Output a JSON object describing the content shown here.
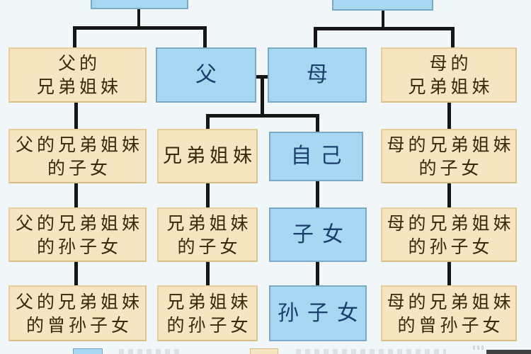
{
  "diagram_type": "family-kinship-tree",
  "palette": {
    "background": "#f1f6f9",
    "blue_node_fill": "#a8d8f1",
    "blue_node_border": "#7aa9c6",
    "blue_node_text": "#1b3f6d",
    "orange_node_fill": "#f7e4c1",
    "orange_node_border": "#d9bd86",
    "orange_node_text": "#392809",
    "connector_line": "#161616",
    "footer_bar": "#404040"
  },
  "nodes": {
    "paternal_grandparents": {
      "type": "blue",
      "lines": []
    },
    "maternal_grandparents": {
      "type": "blue",
      "lines": []
    },
    "father_siblings": {
      "type": "orange",
      "lines": [
        "父的",
        "兄弟姐妹"
      ]
    },
    "father": {
      "type": "blue",
      "lines": [
        "父"
      ]
    },
    "mother": {
      "type": "blue",
      "lines": [
        "母"
      ]
    },
    "mother_siblings": {
      "type": "orange",
      "lines": [
        "母的",
        "兄弟姐妹"
      ]
    },
    "father_siblings_children": {
      "type": "orange",
      "lines": [
        "父的兄弟姐妹",
        "的子女"
      ]
    },
    "siblings": {
      "type": "orange",
      "lines": [
        "兄弟姐妹"
      ]
    },
    "self": {
      "type": "blue",
      "lines": [
        "自己"
      ]
    },
    "mother_siblings_children": {
      "type": "orange",
      "lines": [
        "母的兄弟姐妹",
        "的子女"
      ]
    },
    "father_siblings_grandchildren": {
      "type": "orange",
      "lines": [
        "父的兄弟姐妹",
        "的孙子女"
      ]
    },
    "siblings_children": {
      "type": "orange",
      "lines": [
        "兄弟姐妹",
        "的子女"
      ]
    },
    "children": {
      "type": "blue",
      "lines": [
        "子女"
      ]
    },
    "mother_siblings_grandchildren": {
      "type": "orange",
      "lines": [
        "母的兄弟姐妹",
        "的孙子女"
      ]
    },
    "father_siblings_greatgrandchildren": {
      "type": "orange",
      "lines": [
        "父的兄弟姐妹",
        "的曾孙子女"
      ]
    },
    "siblings_grandchildren": {
      "type": "orange",
      "lines": [
        "兄弟姐妹",
        "的孙子女"
      ]
    },
    "grandchildren": {
      "type": "blue",
      "lines": [
        "孙子女"
      ]
    },
    "mother_siblings_greatgrandchildren": {
      "type": "orange",
      "lines": [
        "母的兄弟姐妹",
        "的曾孙子女"
      ]
    }
  },
  "legend": {
    "items": [
      {
        "swatch_color": "#a8d8f1",
        "label": ""
      },
      {
        "swatch_color": "#f7e4c1",
        "label": ""
      }
    ]
  }
}
